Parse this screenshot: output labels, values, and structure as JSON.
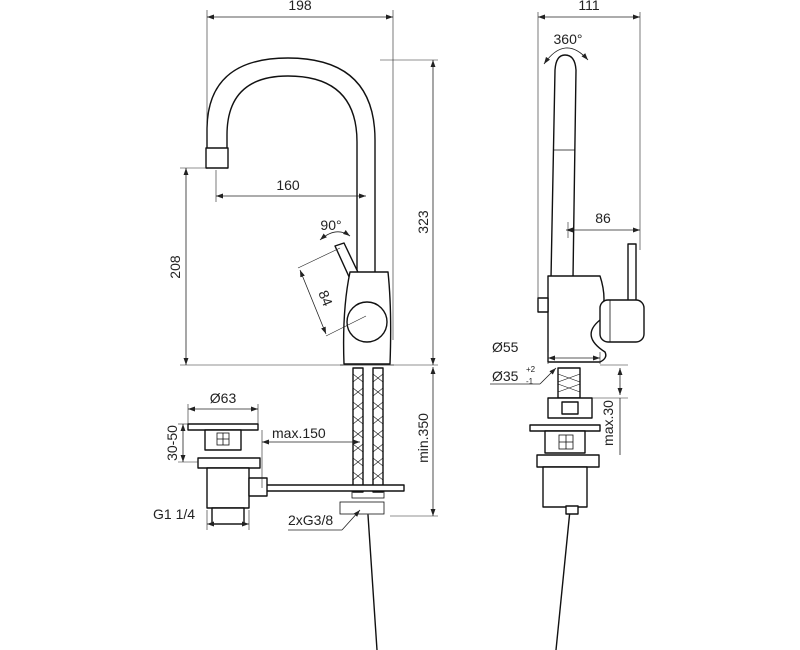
{
  "drawing": {
    "front_view": {
      "width_overall": "198",
      "spout_reach": "160",
      "height_overall": "323",
      "spout_height": "208",
      "lever_rotation": "90°",
      "lever_length": "84",
      "min_depth": "min.350",
      "hose_offset": "max.150",
      "connections": "2xG3/8",
      "waste_diameter": "Ø63",
      "waste_height": "30-50",
      "waste_thread": "G1 1/4"
    },
    "side_view": {
      "depth_overall": "111",
      "swivel": "360°",
      "lever_projection": "86",
      "base_diameter": "Ø55",
      "hole_diameter": "Ø35",
      "hole_tol_upper": "+2",
      "hole_tol_lower": "-1",
      "deck_thickness": "max.30"
    }
  }
}
